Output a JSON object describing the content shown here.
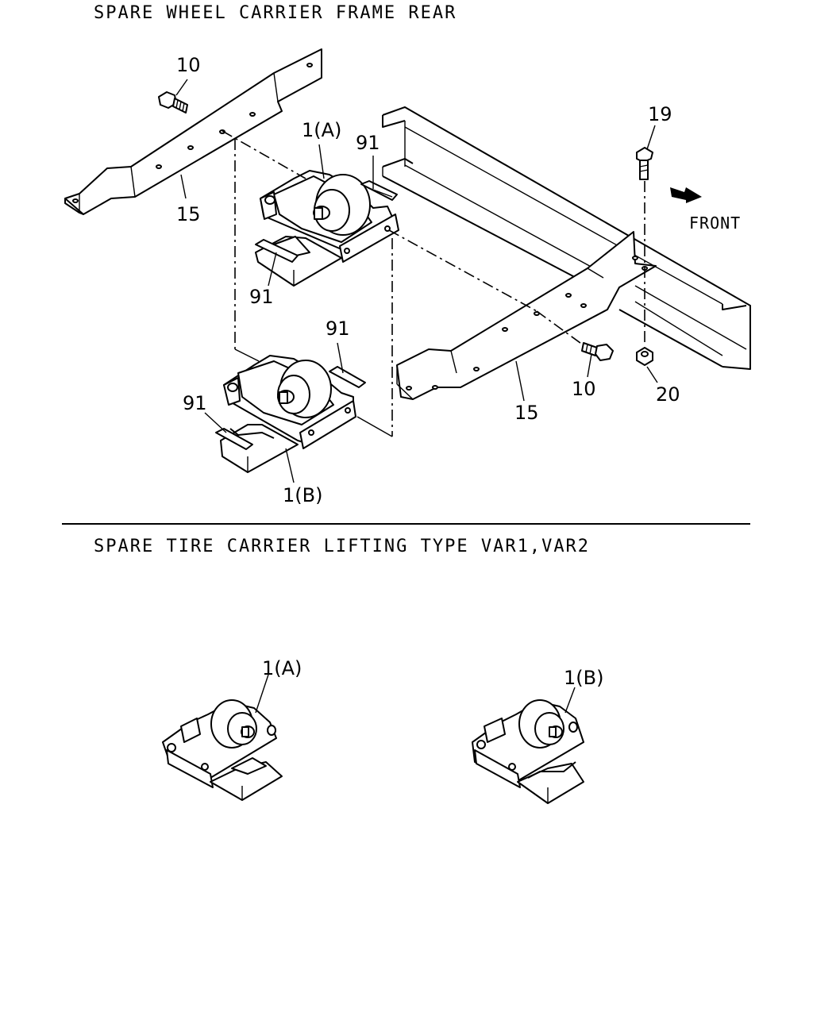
{
  "titles": {
    "top": "SPARE WHEEL CARRIER FRAME REAR",
    "bottom": "SPARE TIRE CARRIER LIFTING TYPE VAR1,VAR2"
  },
  "direction_label": "FRONT",
  "callouts": {
    "bolt_left": "10",
    "bolt_right": "10",
    "bracket_left": "15",
    "bracket_right": "15",
    "carrier_a_top": "1(A)",
    "carrier_b_top": "1(B)",
    "clip_a_right": "91",
    "clip_a_left": "91",
    "clip_b_right": "91",
    "clip_b_left": "91",
    "bolt_vertical": "19",
    "nut": "20",
    "carrier_a_bottom": "1(A)",
    "carrier_b_bottom": "1(B)"
  }
}
